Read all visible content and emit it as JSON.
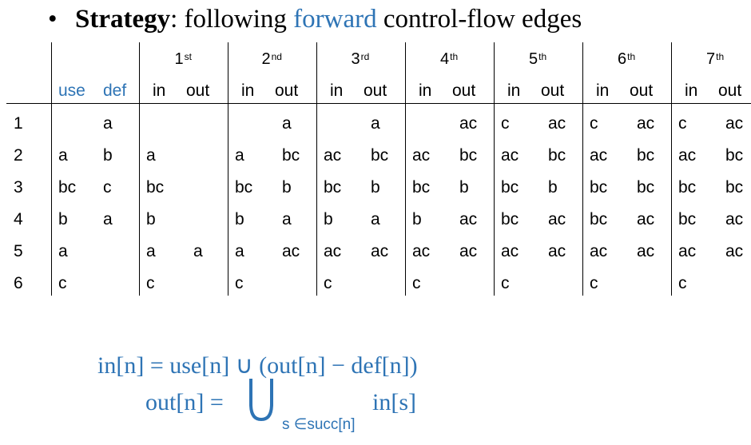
{
  "title": {
    "bullet": "•",
    "strong": "Strategy",
    "mid": ": following ",
    "accent": "forward",
    "rest": " control-flow edges"
  },
  "table": {
    "use_header": "use",
    "def_header": "def",
    "in_label": "in",
    "out_label": "out",
    "iterations": [
      {
        "num": "1",
        "suffix": "st"
      },
      {
        "num": "2",
        "suffix": "nd"
      },
      {
        "num": "3",
        "suffix": "rd"
      },
      {
        "num": "4",
        "suffix": "th"
      },
      {
        "num": "5",
        "suffix": "th"
      },
      {
        "num": "6",
        "suffix": "th"
      },
      {
        "num": "7",
        "suffix": "th"
      }
    ],
    "rows": [
      {
        "n": "1",
        "use": "",
        "def": "a",
        "iters": [
          [
            "",
            ""
          ],
          [
            "",
            "a"
          ],
          [
            "",
            "a"
          ],
          [
            "",
            "ac"
          ],
          [
            "c",
            "ac"
          ],
          [
            "c",
            "ac"
          ],
          [
            "c",
            "ac"
          ]
        ]
      },
      {
        "n": "2",
        "use": "a",
        "def": "b",
        "iters": [
          [
            "a",
            ""
          ],
          [
            "a",
            "bc"
          ],
          [
            "ac",
            "bc"
          ],
          [
            "ac",
            "bc"
          ],
          [
            "ac",
            "bc"
          ],
          [
            "ac",
            "bc"
          ],
          [
            "ac",
            "bc"
          ]
        ]
      },
      {
        "n": "3",
        "use": "bc",
        "def": "c",
        "iters": [
          [
            "bc",
            ""
          ],
          [
            "bc",
            "b"
          ],
          [
            "bc",
            "b"
          ],
          [
            "bc",
            "b"
          ],
          [
            "bc",
            "b"
          ],
          [
            "bc",
            "bc"
          ],
          [
            "bc",
            "bc"
          ]
        ]
      },
      {
        "n": "4",
        "use": "b",
        "def": "a",
        "iters": [
          [
            "b",
            ""
          ],
          [
            "b",
            "a"
          ],
          [
            "b",
            "a"
          ],
          [
            "b",
            "ac"
          ],
          [
            "bc",
            "ac"
          ],
          [
            "bc",
            "ac"
          ],
          [
            "bc",
            "ac"
          ]
        ]
      },
      {
        "n": "5",
        "use": "a",
        "def": "",
        "iters": [
          [
            "a",
            "a"
          ],
          [
            "a",
            "ac"
          ],
          [
            "ac",
            "ac"
          ],
          [
            "ac",
            "ac"
          ],
          [
            "ac",
            "ac"
          ],
          [
            "ac",
            "ac"
          ],
          [
            "ac",
            "ac"
          ]
        ]
      },
      {
        "n": "6",
        "use": "c",
        "def": "",
        "iters": [
          [
            "c",
            ""
          ],
          [
            "c",
            ""
          ],
          [
            "c",
            ""
          ],
          [
            "c",
            ""
          ],
          [
            "c",
            ""
          ],
          [
            "c",
            ""
          ],
          [
            "c",
            ""
          ]
        ]
      }
    ]
  },
  "formula": {
    "line1": "in[n] = use[n] ∪ (out[n] − def[n])",
    "line2_left": "out[n] =",
    "line2_right": "in[s]",
    "subscript": "s ∈succ[n]"
  }
}
